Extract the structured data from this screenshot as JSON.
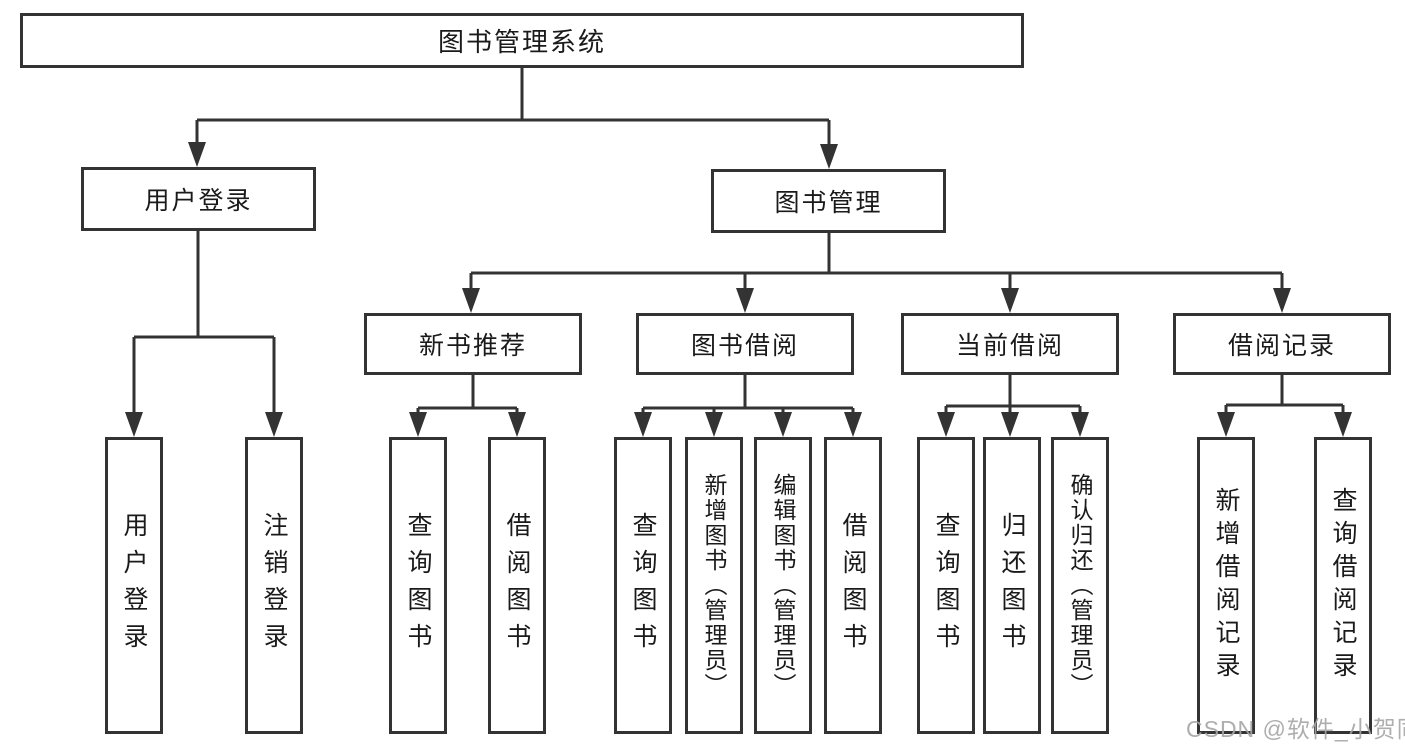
{
  "tree": {
    "root": {
      "label": "图书管理系统"
    },
    "branches": [
      {
        "label": "用户登录",
        "children": [
          {
            "label": "用户登录"
          },
          {
            "label": "注销登录"
          }
        ]
      },
      {
        "label": "图书管理",
        "children": [
          {
            "label": "新书推荐",
            "children": [
              {
                "label": "查询图书"
              },
              {
                "label": "借阅图书"
              }
            ]
          },
          {
            "label": "图书借阅",
            "children": [
              {
                "label": "查询图书"
              },
              {
                "label": "新增图书（管理员）"
              },
              {
                "label": "编辑图书（管理员）"
              },
              {
                "label": "借阅图书"
              }
            ]
          },
          {
            "label": "当前借阅",
            "children": [
              {
                "label": "查询图书"
              },
              {
                "label": "归还图书"
              },
              {
                "label": "确认归还（管理员）"
              }
            ]
          },
          {
            "label": "借阅记录",
            "children": [
              {
                "label": "新增借阅记录"
              },
              {
                "label": "查询借阅记录"
              }
            ]
          }
        ]
      }
    ]
  },
  "watermark": {
    "text": "CSDN @软件_小贺同学"
  },
  "colors": {
    "line": "#333333",
    "box_border": "#333333",
    "text": "#1a1a1a",
    "watermark": "#a5a5a5",
    "background": "#ffffff"
  }
}
